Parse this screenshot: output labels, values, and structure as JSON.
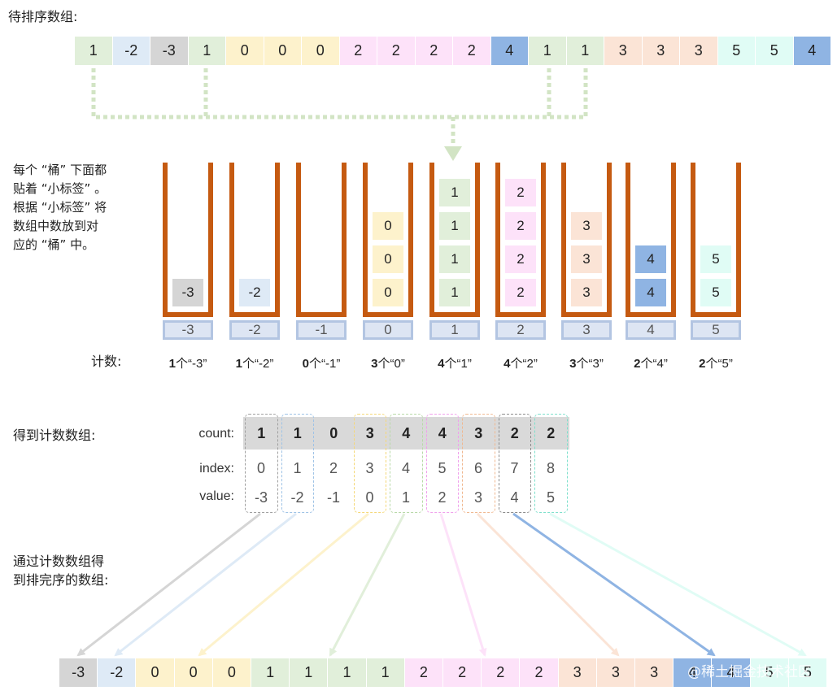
{
  "labels": {
    "unsorted": "待排序数组:",
    "bucket_line1": "每个 “桶” 下面都",
    "bucket_line2": "贴着 “小标签” 。",
    "bucket_line3": "根据 “小标签” 将",
    "bucket_line4": "数组中数放到对",
    "bucket_line5": "应的 “桶” 中。",
    "count_title": "计数:",
    "count_array_title": "得到计数数组:",
    "result_line1": "通过计数数组得",
    "result_line2": "到排完序的数组:",
    "row_count": "count:",
    "row_index": "index:",
    "row_value": "value:",
    "watermark": "@稀土掘金技术社区"
  },
  "colors": {
    "-3": "#d5d5d5",
    "-2": "#deeaf6",
    "0": "#fdf2cc",
    "1": "#e1efda",
    "2": "#fde2f9",
    "3": "#fbe4d6",
    "4": "#8fb4e3",
    "5": "#e0fcf5",
    "bucket": "#c55a11"
  },
  "unsorted": [
    "1",
    "-2",
    "-3",
    "1",
    "0",
    "0",
    "0",
    "2",
    "2",
    "2",
    "2",
    "4",
    "1",
    "1",
    "3",
    "3",
    "3",
    "5",
    "5",
    "4"
  ],
  "buckets": [
    {
      "label": "-3",
      "items": [
        "-3"
      ],
      "count_n": "1",
      "count_t": "个“-3”"
    },
    {
      "label": "-2",
      "items": [
        "-2"
      ],
      "count_n": "1",
      "count_t": "个“-2”"
    },
    {
      "label": "-1",
      "items": [],
      "count_n": "0",
      "count_t": "个“-1”"
    },
    {
      "label": "0",
      "items": [
        "0",
        "0",
        "0"
      ],
      "count_n": "3",
      "count_t": "个“0”"
    },
    {
      "label": "1",
      "items": [
        "1",
        "1",
        "1",
        "1"
      ],
      "count_n": "4",
      "count_t": "个“1”"
    },
    {
      "label": "2",
      "items": [
        "2",
        "2",
        "2",
        "2"
      ],
      "count_n": "4",
      "count_t": "个“2”"
    },
    {
      "label": "3",
      "items": [
        "3",
        "3",
        "3"
      ],
      "count_n": "3",
      "count_t": "个“3”"
    },
    {
      "label": "4",
      "items": [
        "4",
        "4"
      ],
      "count_n": "2",
      "count_t": "个“4”"
    },
    {
      "label": "5",
      "items": [
        "5",
        "5"
      ],
      "count_n": "2",
      "count_t": "个“5”"
    }
  ],
  "count_array": {
    "count": [
      "1",
      "1",
      "0",
      "3",
      "4",
      "4",
      "3",
      "2",
      "2"
    ],
    "index": [
      "0",
      "1",
      "2",
      "3",
      "4",
      "5",
      "6",
      "7",
      "8"
    ],
    "value": [
      "-3",
      "-2",
      "-1",
      "0",
      "1",
      "2",
      "3",
      "4",
      "5"
    ]
  },
  "sorted": [
    "-3",
    "-2",
    "0",
    "0",
    "0",
    "1",
    "1",
    "1",
    "1",
    "2",
    "2",
    "2",
    "2",
    "3",
    "3",
    "3",
    "4",
    "4",
    "5",
    "5"
  ]
}
